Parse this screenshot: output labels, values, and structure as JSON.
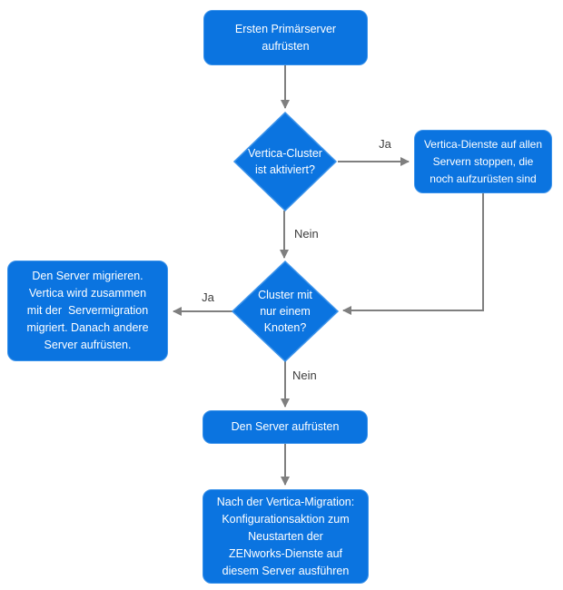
{
  "diagram": {
    "type": "flowchart",
    "language": "de",
    "nodes": {
      "start": {
        "shape": "rounded-rect",
        "label": "Ersten Primärserver\naufrüsten"
      },
      "decision_vertica_cluster": {
        "shape": "diamond",
        "label": "Vertica-Cluster\nist aktiviert?"
      },
      "stop_vertica_services": {
        "shape": "rounded-rect",
        "label": "Vertica-Dienste auf allen\nServern stoppen, die\nnoch aufzurüsten sind"
      },
      "decision_single_node": {
        "shape": "diamond",
        "label": "Cluster mit\nnur einem\nKnoten?"
      },
      "migrate_server": {
        "shape": "rounded-rect",
        "label": "Den Server migrieren.\nVertica wird zusammen\nmit der  Servermigration\nmigriert. Danach andere\nServer aufrüsten."
      },
      "upgrade_server": {
        "shape": "rounded-rect",
        "label": "Den Server aufrüsten"
      },
      "post_migration_action": {
        "shape": "rounded-rect",
        "label": "Nach der Vertica-Migration:\nKonfigurationsaktion zum\nNeustarten der\nZENworks-Dienste auf\ndiesem Server ausführen"
      }
    },
    "edges": [
      {
        "from": "start",
        "to": "decision_vertica_cluster",
        "label": ""
      },
      {
        "from": "decision_vertica_cluster",
        "to": "stop_vertica_services",
        "label": "Ja"
      },
      {
        "from": "decision_vertica_cluster",
        "to": "decision_single_node",
        "label": "Nein"
      },
      {
        "from": "stop_vertica_services",
        "to": "decision_single_node",
        "label": ""
      },
      {
        "from": "decision_single_node",
        "to": "migrate_server",
        "label": "Ja"
      },
      {
        "from": "decision_single_node",
        "to": "upgrade_server",
        "label": "Nein"
      },
      {
        "from": "upgrade_server",
        "to": "post_migration_action",
        "label": ""
      }
    ],
    "edge_labels": {
      "ja_1": "Ja",
      "nein_1": "Nein",
      "ja_2": "Ja",
      "nein_2": "Nein"
    },
    "colors": {
      "node_fill": "#0b74e0",
      "node_border": "#3c93ea",
      "node_text": "#ffffff",
      "connector": "#7f7f7f",
      "label_text": "#3d3d3d",
      "background": "#ffffff"
    }
  }
}
